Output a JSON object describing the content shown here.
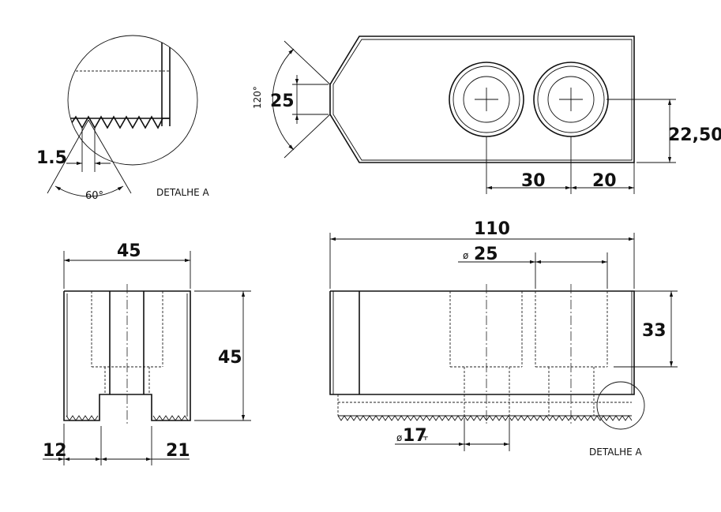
{
  "dimensions": {
    "pitch": "1.5",
    "thread_angle": "60°",
    "chamfer_angle": "120°",
    "tip_width": "25",
    "height_from_edge": "22,50",
    "hole_offset_a": "30",
    "hole_offset_b": "20",
    "total_length": "110",
    "width": "45",
    "height": "45",
    "counterbore_symbol": "ø",
    "counterbore_dia": "25",
    "counterbore_depth": "33",
    "slot_left": "12",
    "slot_right": "21",
    "hole_symbol": "ø",
    "hole_dia": "17",
    "through_symbol": "⫟"
  },
  "labels": {
    "detail_a_top": "DETALHE A",
    "detail_a_bottom": "DETALHE A"
  }
}
